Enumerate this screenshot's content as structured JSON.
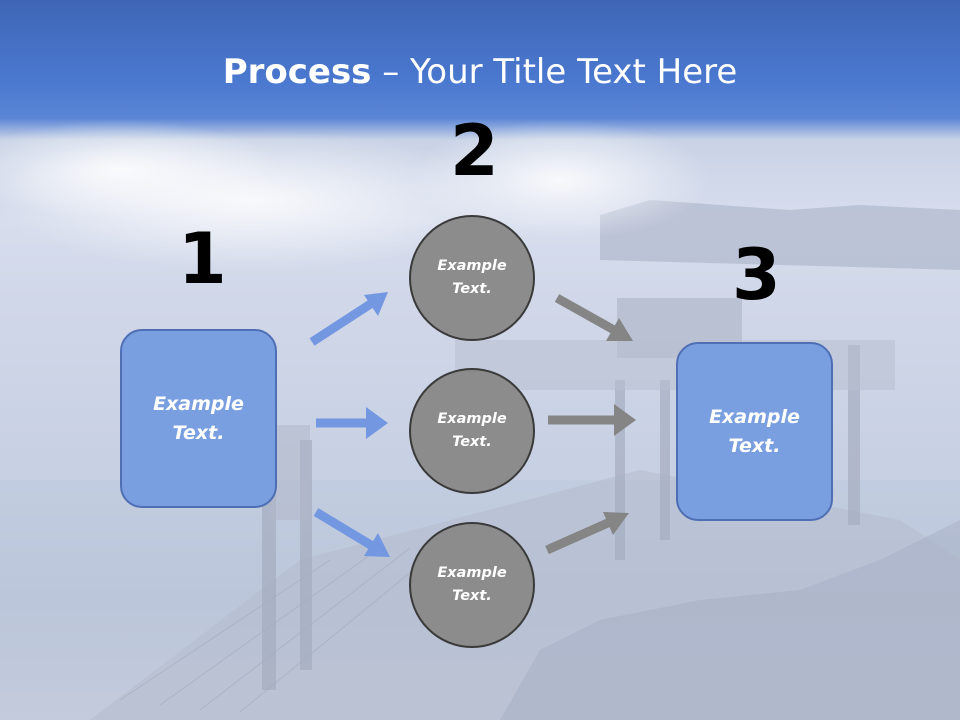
{
  "title": {
    "bold": "Process",
    "rest": " – Your Title Text Here"
  },
  "step_numbers": [
    "1",
    "2",
    "3"
  ],
  "left_box": {
    "label": "Example\nText."
  },
  "circles": [
    {
      "label": "Example\nText."
    },
    {
      "label": "Example\nText."
    },
    {
      "label": "Example\nText."
    }
  ],
  "right_box": {
    "label": "Example\nText."
  },
  "colors": {
    "box_fill": "#7a9fe0",
    "circle_fill": "#8c8c8c",
    "blue_arrow": "#7397e0",
    "gray_arrow": "#858585"
  }
}
